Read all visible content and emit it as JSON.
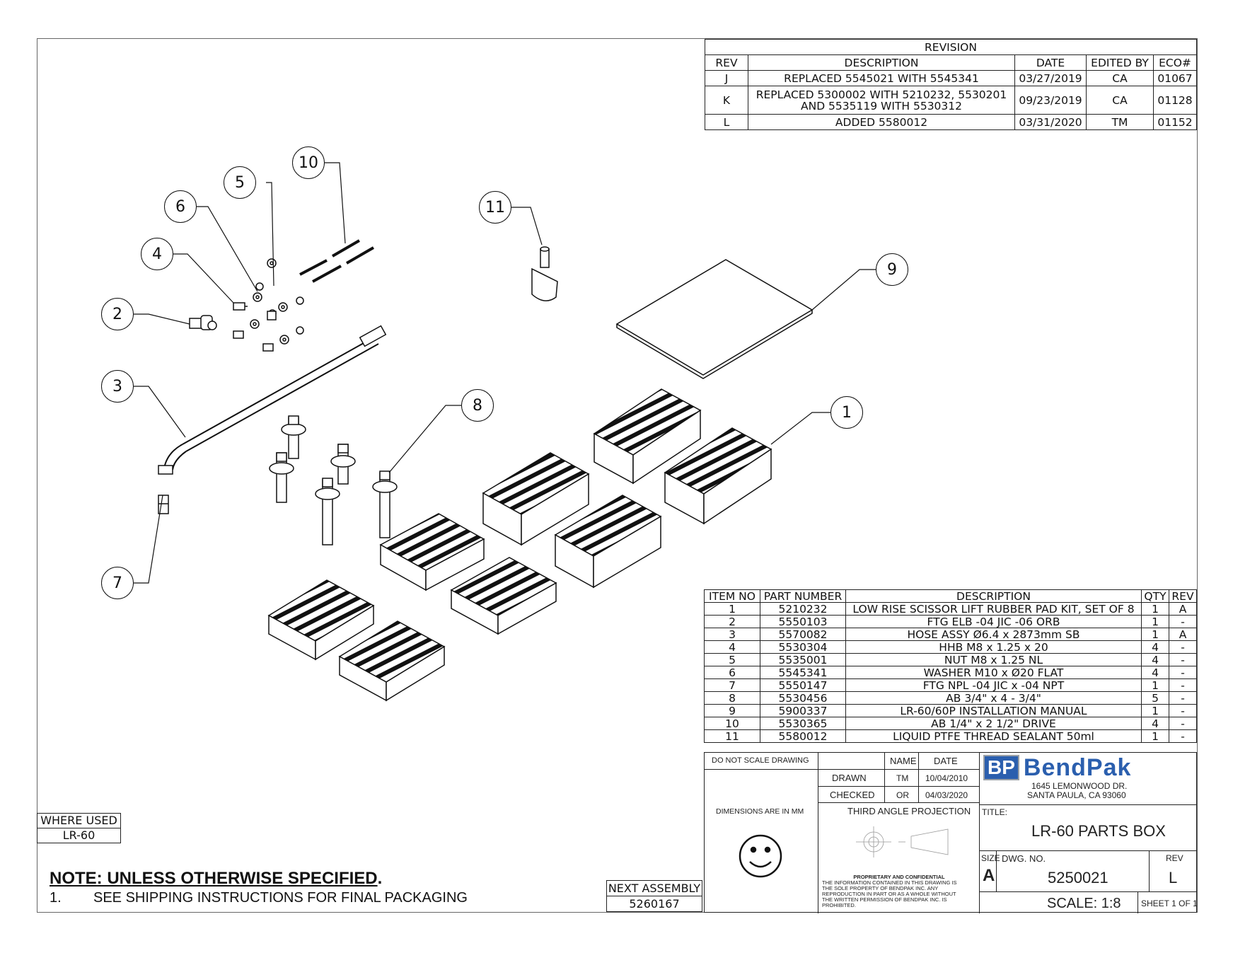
{
  "revision_table": {
    "title": "REVISION",
    "headers": [
      "REV",
      "DESCRIPTION",
      "DATE",
      "EDITED BY",
      "ECO#"
    ],
    "rows": [
      {
        "rev": "J",
        "description": "REPLACED 5545021 WITH 5545341",
        "date": "03/27/2019",
        "edited_by": "CA",
        "eco": "01067"
      },
      {
        "rev": "K",
        "description": "REPLACED 5300002 WITH 5210232, 5530201 AND 5535119 WITH 5530312",
        "date": "09/23/2019",
        "edited_by": "CA",
        "eco": "01128"
      },
      {
        "rev": "L",
        "description": "ADDED 5580012",
        "date": "03/31/2020",
        "edited_by": "TM",
        "eco": "01152"
      }
    ]
  },
  "bom_table": {
    "headers": [
      "ITEM NO",
      "PART NUMBER",
      "DESCRIPTION",
      "QTY",
      "REV"
    ],
    "rows": [
      {
        "item": "1",
        "part": "5210232",
        "description": "LOW RISE SCISSOR LIFT RUBBER PAD KIT, SET OF 8",
        "qty": "1",
        "rev": "A"
      },
      {
        "item": "2",
        "part": "5550103",
        "description": "FTG ELB -04 JIC -06 ORB",
        "qty": "1",
        "rev": "-"
      },
      {
        "item": "3",
        "part": "5570082",
        "description": "HOSE ASSY Ø6.4 x 2873mm SB",
        "qty": "1",
        "rev": "A"
      },
      {
        "item": "4",
        "part": "5530304",
        "description": "HHB M8 x 1.25 x 20",
        "qty": "4",
        "rev": "-"
      },
      {
        "item": "5",
        "part": "5535001",
        "description": "NUT M8 x 1.25 NL",
        "qty": "4",
        "rev": "-"
      },
      {
        "item": "6",
        "part": "5545341",
        "description": "WASHER M10 x Ø20 FLAT",
        "qty": "4",
        "rev": "-"
      },
      {
        "item": "7",
        "part": "5550147",
        "description": "FTG NPL -04 JIC x -04 NPT",
        "qty": "1",
        "rev": "-"
      },
      {
        "item": "8",
        "part": "5530456",
        "description": "AB 3/4\" x 4 - 3/4\"",
        "qty": "5",
        "rev": "-"
      },
      {
        "item": "9",
        "part": "5900337",
        "description": "LR-60/60P INSTALLATION MANUAL",
        "qty": "1",
        "rev": "-"
      },
      {
        "item": "10",
        "part": "5530365",
        "description": "AB 1/4\" x 2 1/2\" DRIVE",
        "qty": "4",
        "rev": "-"
      },
      {
        "item": "11",
        "part": "5580012",
        "description": "LIQUID PTFE THREAD SEALANT 50ml",
        "qty": "1",
        "rev": "-"
      }
    ]
  },
  "callouts": [
    "1",
    "2",
    "3",
    "4",
    "5",
    "6",
    "7",
    "8",
    "9",
    "10",
    "11"
  ],
  "title_block": {
    "do_not_scale": "DO NOT SCALE DRAWING",
    "name_label": "NAME",
    "date_label": "DATE",
    "drawn_label": "DRAWN",
    "drawn_name": "TM",
    "drawn_date": "10/04/2010",
    "checked_label": "CHECKED",
    "checked_name": "OR",
    "checked_date": "04/03/2020",
    "dimensions_note": "DIMENSIONS ARE IN MM",
    "projection": "THIRD ANGLE PROJECTION",
    "proprietary_title": "PROPRIETARY AND CONFIDENTIAL",
    "proprietary_text_1": "THE INFORMATION CONTAINED IN THIS DRAWING IS",
    "proprietary_text_2": "THE SOLE PROPERTY OF BENDPAK INC. ANY",
    "proprietary_text_3": "REPRODUCTION IN PART OR AS A WHOLE WITHOUT",
    "proprietary_text_4": "THE WRITTEN PERMISSION OF BENDPAK INC. IS",
    "proprietary_text_5": "PROHIBITED.",
    "logo_mark": "BP",
    "logo_text": "BendPak",
    "address_1": "1645 LEMONWOOD DR.",
    "address_2": "SANTA PAULA, CA 93060",
    "title_label": "TITLE:",
    "title": "LR-60 PARTS BOX",
    "size_label": "SIZE",
    "size": "A",
    "dwg_label": "DWG.  NO.",
    "dwg_no": "5250021",
    "rev_label": "REV",
    "rev": "L",
    "scale": "SCALE: 1:8",
    "sheet": "SHEET 1 OF 1"
  },
  "where_used": {
    "label": "WHERE USED",
    "value": "LR-60"
  },
  "next_assembly": {
    "label": "NEXT ASSEMBLY",
    "value": "5260167"
  },
  "notes": {
    "title": "NOTE: UNLESS OTHERWISE SPECIFIED",
    "items": [
      {
        "number": "1.",
        "text": "SEE SHIPPING INSTRUCTIONS FOR FINAL PACKAGING"
      }
    ]
  },
  "colors": {
    "line": "#111111",
    "logo_blue": "#2b5fae",
    "logo_gray": "#9aa0a6"
  }
}
